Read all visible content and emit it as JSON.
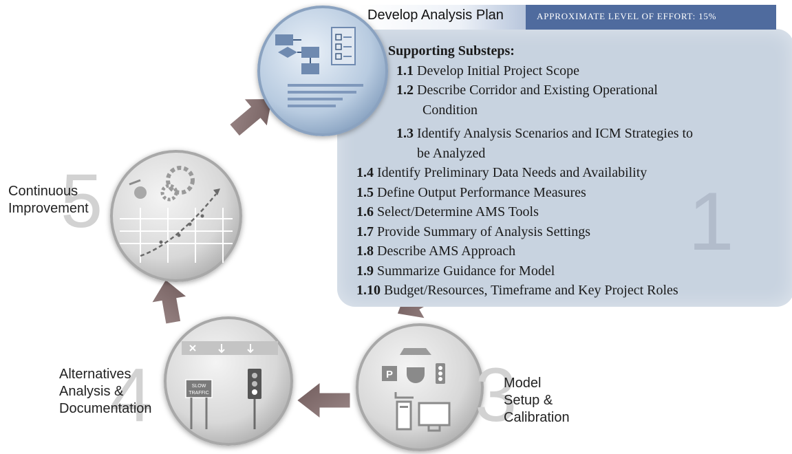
{
  "header": {
    "title": "Develop Analysis Plan",
    "effort": "APPROXIMATE LEVEL OF EFFORT: 15%"
  },
  "steps": {
    "step1_number": "1",
    "step5_number": "5",
    "step4_number": "4",
    "step3_number": "3",
    "step5_label": [
      "Continuous",
      "Improvement"
    ],
    "step4_label": [
      "Alternatives",
      "Analysis &",
      "Documentation"
    ],
    "step3_label": [
      "Model",
      "Setup &",
      "Calibration"
    ]
  },
  "substeps": {
    "heading": "Supporting Substeps:",
    "items": [
      {
        "num": "1.1",
        "text": "Develop Initial Project Scope"
      },
      {
        "num": "1.2",
        "text": "Describe Corridor and Existing Operational",
        "cont": "Condition"
      },
      {
        "num": "1.3",
        "text": "Identify Analysis Scenarios and ICM Strategies to",
        "cont": "be Analyzed"
      },
      {
        "num": "1.4",
        "text": "Identify Preliminary Data Needs and Availability"
      },
      {
        "num": "1.5",
        "text": "Define Output Performance Measures"
      },
      {
        "num": "1.6",
        "text": "Select/Determine AMS Tools"
      },
      {
        "num": "1.7",
        "text": "Provide Summary of Analysis Settings"
      },
      {
        "num": "1.8",
        "text": "Describe AMS Approach"
      },
      {
        "num": "1.9",
        "text": "Summarize Guidance for Model"
      },
      {
        "num": "1.10",
        "text": "Budget/Resources, Timeframe and Key Project Roles"
      }
    ]
  },
  "icons": {
    "step3_sign": "P",
    "step4_sign": "SLOW TRAFFIC"
  },
  "colors": {
    "panel": "#c8d3e0",
    "header_bar": "#4f6b9e",
    "arrow": "#8a7575"
  }
}
